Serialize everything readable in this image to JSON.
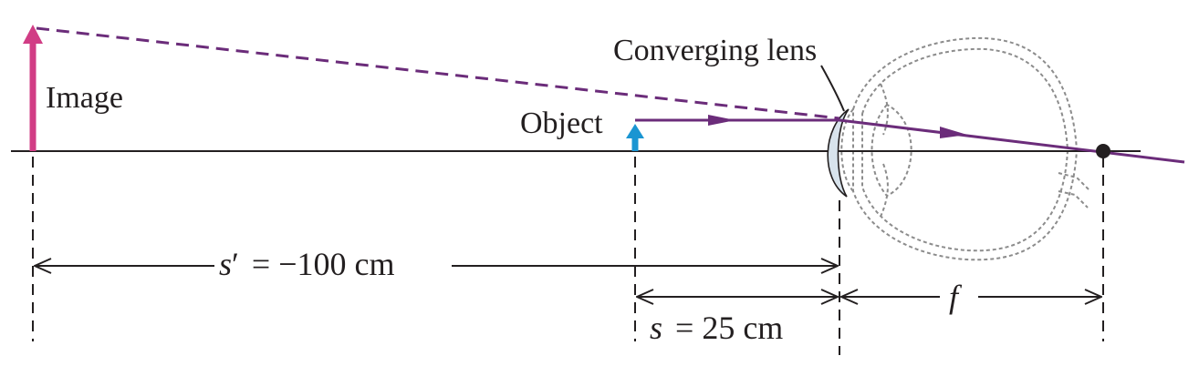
{
  "labels": {
    "image": "Image",
    "object": "Object",
    "lens": "Converging lens",
    "s_prime_var": "s",
    "s_prime_mark": "′",
    "s_prime_value": "= −100 cm",
    "s_var": "s",
    "s_value": "= 25 cm",
    "f_var": "f"
  },
  "colors": {
    "ray": "#6b2c7a",
    "image_arrow": "#d13d85",
    "object_arrow": "#1a95d2",
    "lens_fill": "#d8e3ec",
    "eye_outline": "#8c8c8c",
    "axis": "#231f20"
  }
}
